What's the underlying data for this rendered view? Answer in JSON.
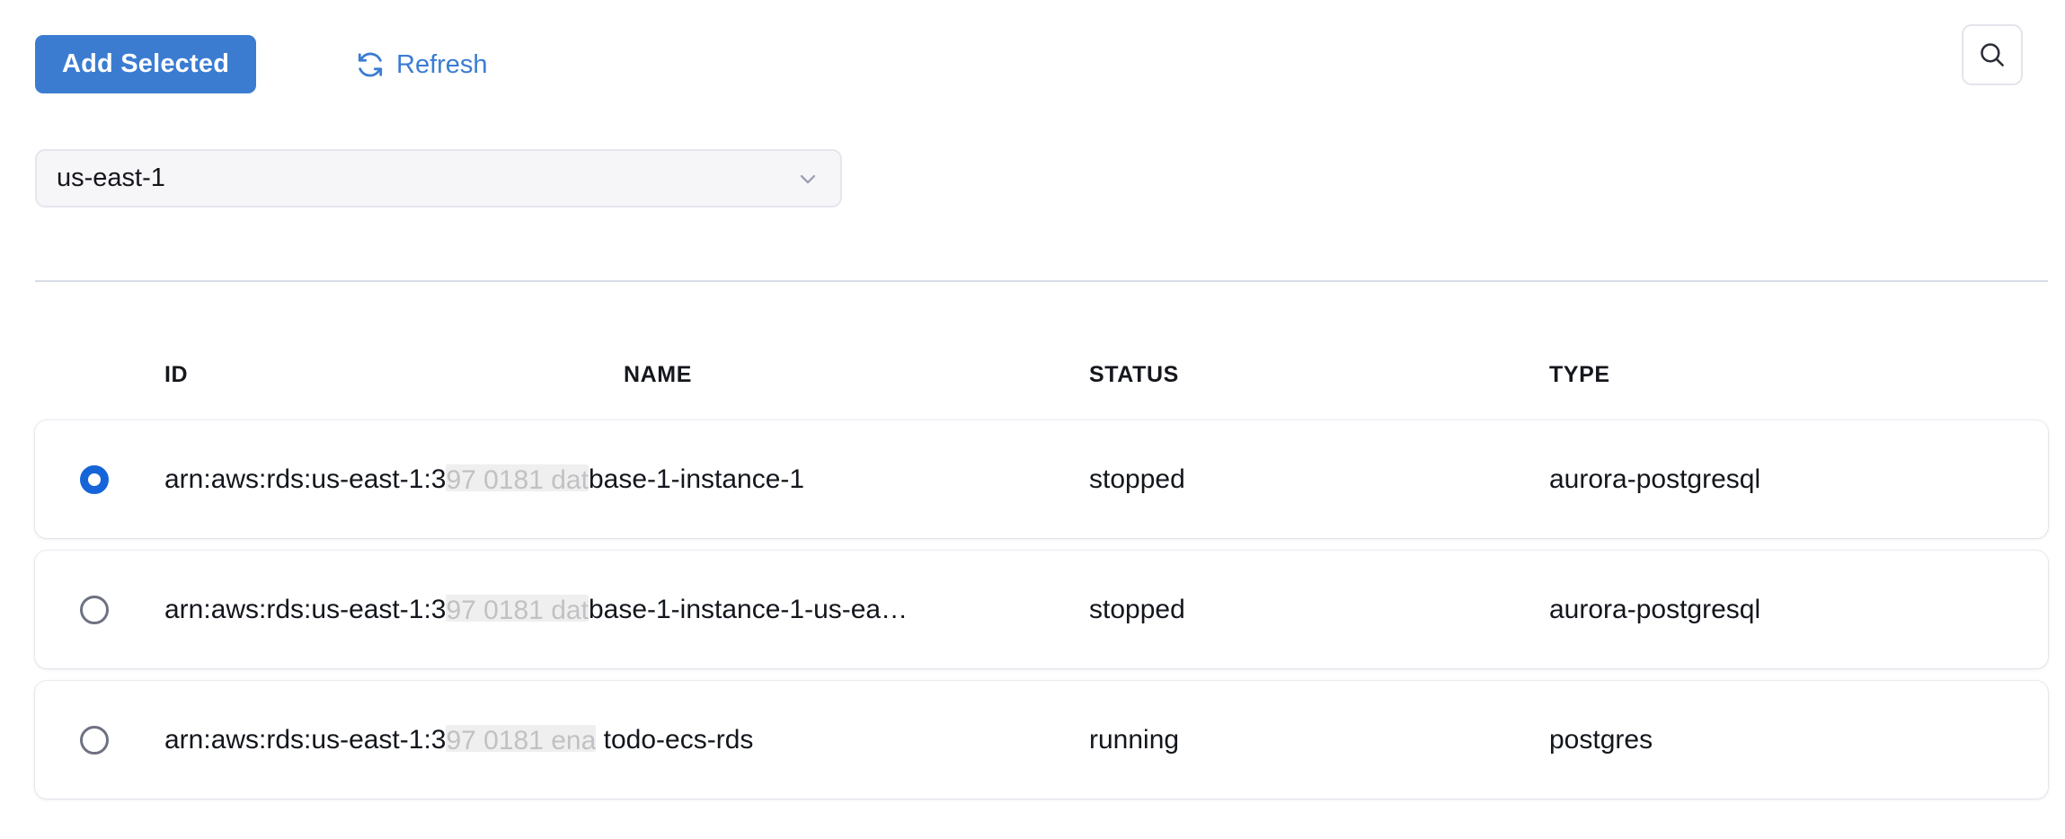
{
  "toolbar": {
    "add_selected_label": "Add Selected",
    "refresh_label": "Refresh",
    "refresh_icon": "refresh-icon",
    "search_icon": "search-icon",
    "primary_color": "#3b7cd1",
    "link_color": "#3b7cd1"
  },
  "region_select": {
    "value": "us-east-1",
    "chevron_icon": "chevron-down-icon"
  },
  "table": {
    "columns": [
      "ID",
      "NAME",
      "STATUS",
      "TYPE"
    ],
    "rows": [
      {
        "selected": true,
        "id_prefix": "arn:aws:rds:us-east-1:3",
        "id_redacted": "97 0181 dat",
        "id_suffix": "base-1-instance-1",
        "name": "",
        "status": "stopped",
        "type": "aurora-postgresql"
      },
      {
        "selected": false,
        "id_prefix": "arn:aws:rds:us-east-1:3",
        "id_redacted": "97 0181 dat",
        "id_suffix": "base-1-instance-1-us-ea…",
        "name": "",
        "status": "stopped",
        "type": "aurora-postgresql"
      },
      {
        "selected": false,
        "id_prefix": "arn:aws:rds:us-east-1:3",
        "id_redacted": "97 0181 ena",
        "id_suffix": " todo-ecs-rds",
        "name": "",
        "status": "running",
        "type": "postgres"
      }
    ]
  }
}
